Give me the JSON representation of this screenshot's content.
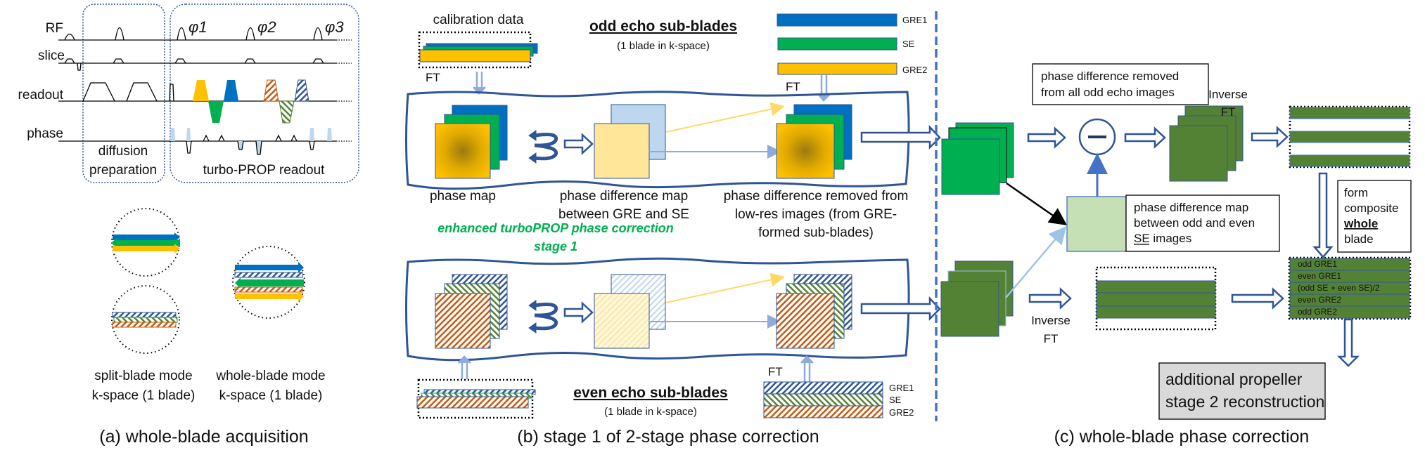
{
  "panel_a": {
    "rows": [
      "RF",
      "slice",
      "readout",
      "phase"
    ],
    "phi_labels": [
      "φ1",
      "φ2",
      "φ3"
    ],
    "box_diffusion": [
      "diffusion",
      "preparation"
    ],
    "box_readout": "turbo-PROP readout",
    "split_label": [
      "split-blade mode",
      "k-space (1 blade)"
    ],
    "whole_label": [
      "whole-blade mode",
      "k-space (1 blade)"
    ],
    "caption": "(a) whole-blade acquisition"
  },
  "panel_b": {
    "calibration": "calibration data",
    "ft": "FT",
    "odd_title": "odd echo sub-blades",
    "odd_sub": "(1 blade in k-space)",
    "even_title": "even echo sub-blades",
    "even_sub": "(1 blade in k-space)",
    "bar_labels": [
      "GRE1",
      "SE",
      "GRE2"
    ],
    "phase_map": "phase map",
    "pdm": [
      "phase difference map",
      "between GRE and SE"
    ],
    "removed": [
      "phase difference removed from",
      "low-res images (from GRE-",
      "formed sub-blades)"
    ],
    "stage_note": [
      "enhanced turboPROP phase correction",
      "stage 1"
    ],
    "caption": "(b) stage 1 of 2-stage phase correction"
  },
  "panel_c": {
    "removed_box": [
      "phase difference removed",
      "from all odd echo images"
    ],
    "minus": "−",
    "inverse_ft": [
      "Inverse",
      "FT"
    ],
    "pdm_box": [
      "phase difference map",
      "between odd and even",
      "SE images"
    ],
    "composite_box": [
      "form",
      "composite",
      "whole",
      "blade"
    ],
    "composite_rows": [
      "odd GRE1",
      "even GRE1",
      "(odd SE + even SE)/2",
      "even GRE2",
      "odd GRE2"
    ],
    "stage2": [
      "additional propeller",
      "stage 2  reconstruction"
    ],
    "caption": "(c) whole-blade phase correction"
  },
  "colors": {
    "blue": "#0070C0",
    "green": "#00B050",
    "yellow": "#FFC000",
    "orange": "#C55A11",
    "darkgreen": "#548235",
    "outline": "#2F5597",
    "lightblue": "#8FAADC",
    "lightgreen": "#C5E0B4",
    "paleyellow": "#FFE699",
    "paleblue": "#BDD7EE"
  }
}
